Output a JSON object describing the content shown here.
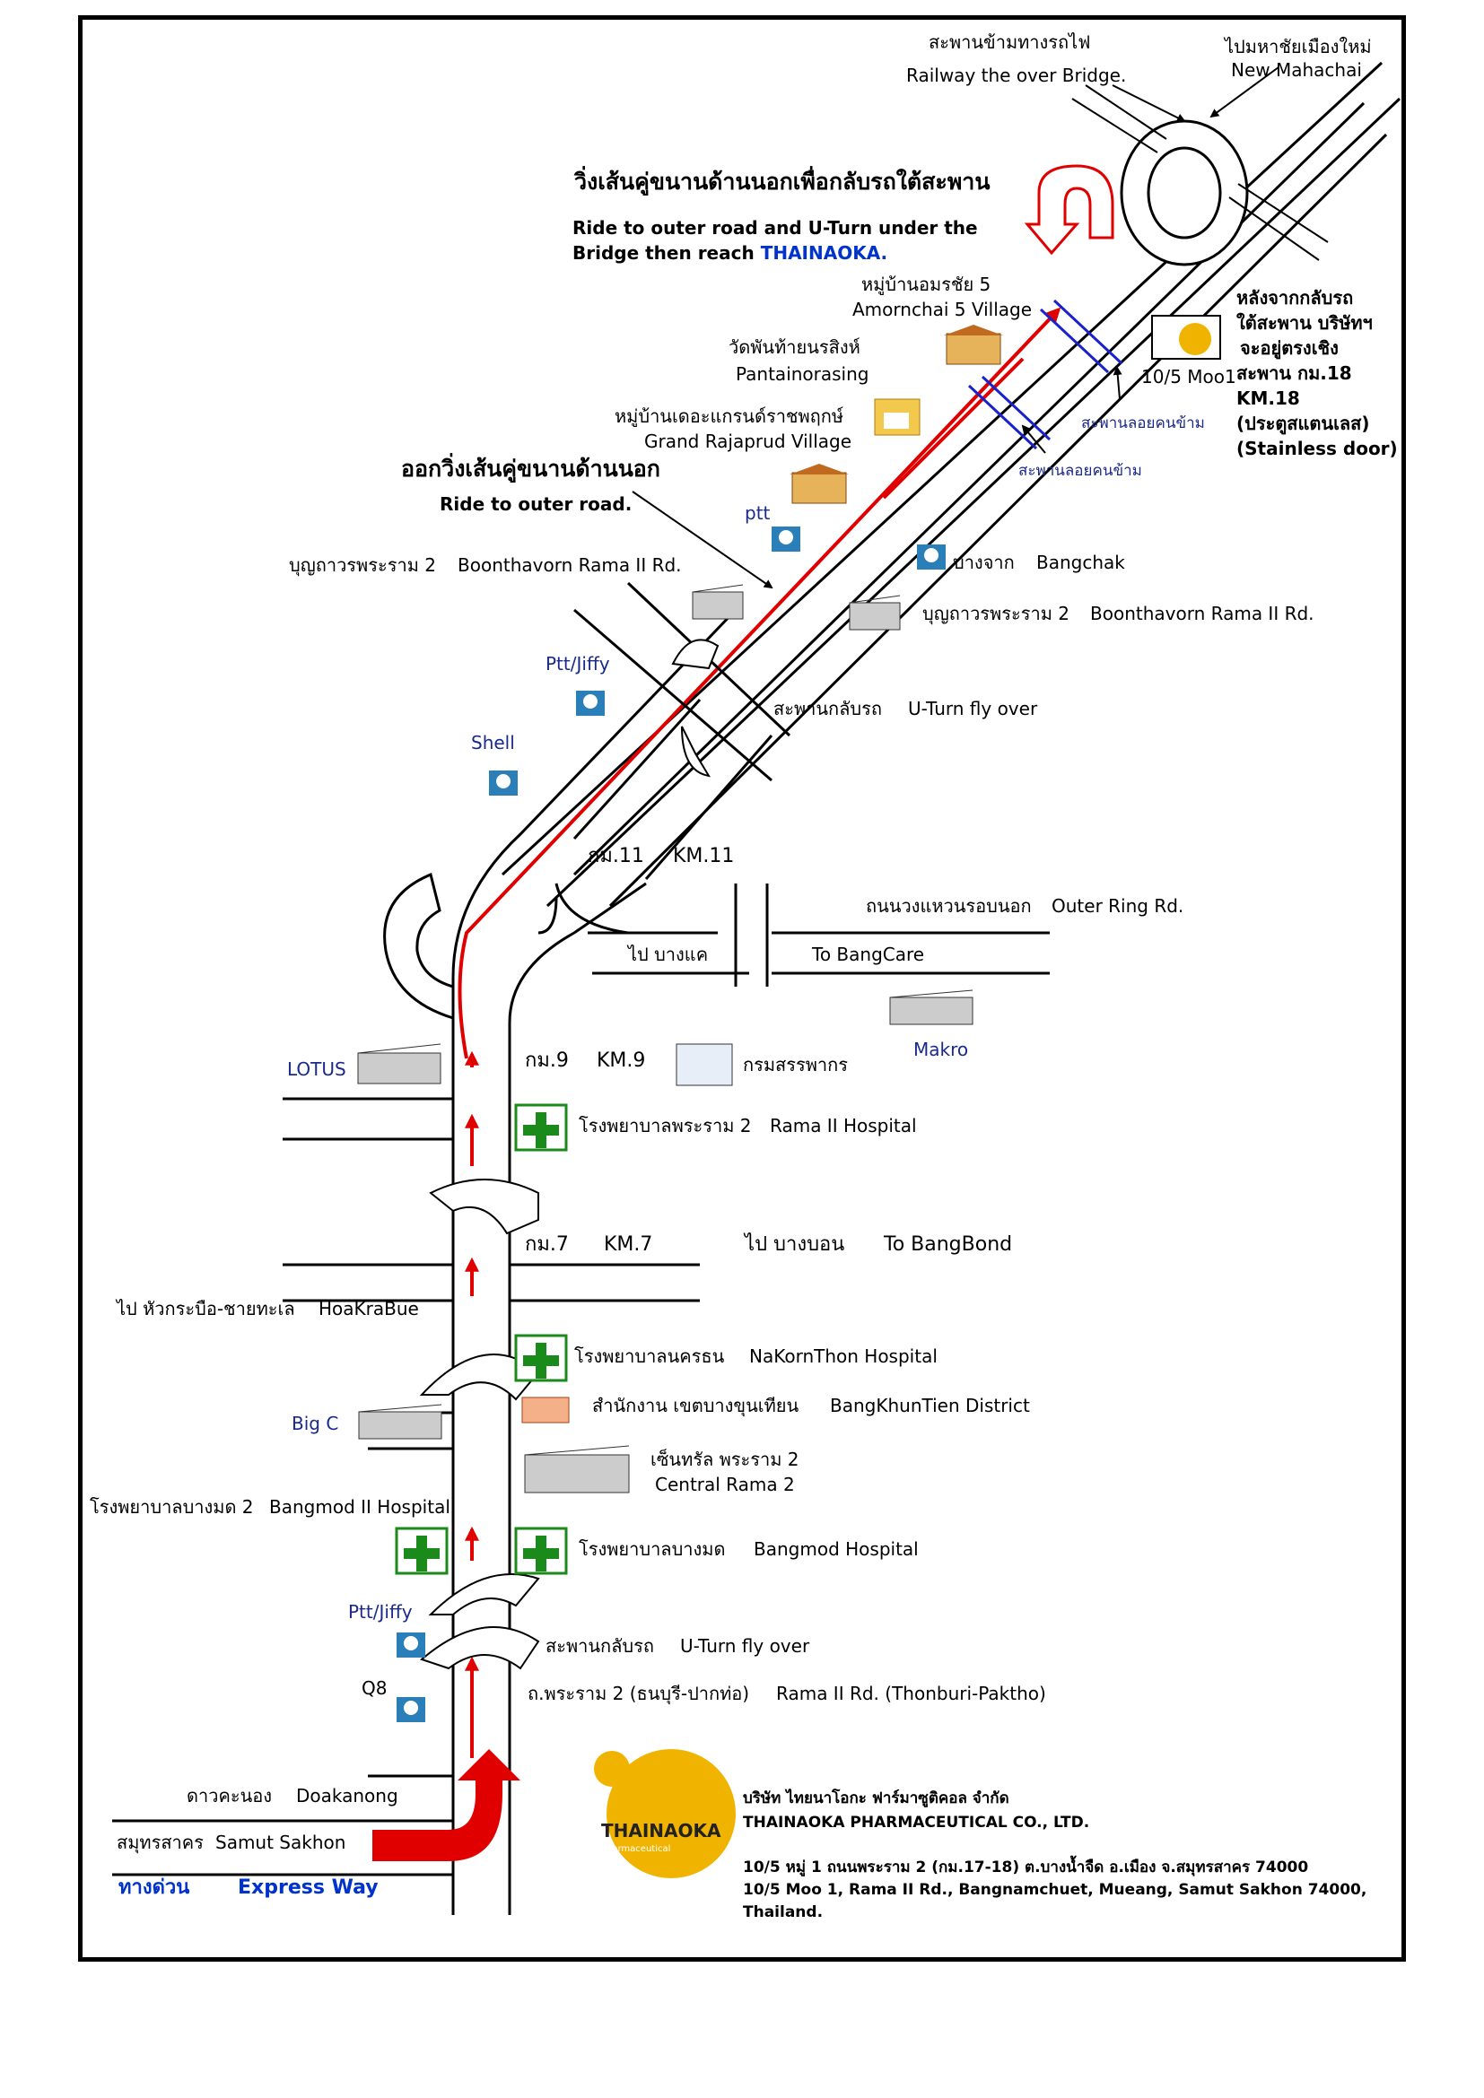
{
  "colors": {
    "road": "#000000",
    "route": "#e00000",
    "footbridge": "#1a22cc",
    "hospital": "#1a8a1a",
    "logo": "#f0b400",
    "blue_text": "#0033cc"
  },
  "labels": {
    "railway_bridge_th": "สะพานข้ามทางรถไฟ",
    "railway_bridge_en": "Railway the over Bridge.",
    "to_mahachai_th": "ไปมหาชัยเมืองใหม่",
    "to_mahachai_en": "New Mahachai",
    "outer_uturn_th": "วิ่งเส้นคู่ขนานด้านนอกเพื่อกลับรถใต้สะพาน",
    "outer_uturn_en1": "Ride to outer road and U-Turn under the",
    "outer_uturn_en2": "Bridge  then reach",
    "outer_uturn_brand": "THAINAOKA.",
    "amornchai_th": "หมู่บ้านอมรชัย 5",
    "amornchai_en": "Amornchai 5  Village",
    "after_uturn_1": "หลังจากกลับรถ",
    "after_uturn_2": "ใต้สะพาน บริษัทฯ",
    "after_uturn_3": "จะอยู่ตรงเชิง",
    "after_uturn_4": "สะพาน  กม.18",
    "km18": "KM.18",
    "stainless_th": "(ประตูสแตนเลส)",
    "stainless_en": "(Stainless door)",
    "moo1": "10/5 Moo1",
    "pantai_th": "วัดพันท้ายนรสิงห์",
    "pantai_en": "Pantainorasing",
    "footbridge_1": "สะพานลอยคนข้าม",
    "footbridge_2": "สะพานลอยคนข้าม",
    "grand_th": "หมู่บ้านเดอะแกรนด์ราชพฤกษ์",
    "grand_en": "Grand Rajaprud Village",
    "outer_road_th": "ออกวิ่งเส้นคู่ขนานด้านนอก",
    "outer_road_en": "Ride to outer road.",
    "ptt": "ptt",
    "boonthavorn1_th": "บุญถาวรพระราม 2",
    "boonthavorn1_en": "Boonthavorn Rama II Rd.",
    "bangchak_th": "บางจาก",
    "bangchak_en": "Bangchak",
    "boonthavorn2_th": "บุญถาวรพระราม 2",
    "boonthavorn2_en": "Boonthavorn Rama II Rd.",
    "ptt_jiffy_1": "Ptt/Jiffy",
    "uturn_flyover1_th": "สะพานกลับรถ",
    "uturn_flyover1_en": "U-Turn fly over",
    "shell": "Shell",
    "km11_th": "กม.11",
    "km11_en": "KM.11",
    "outer_ring_th": "ถนนวงแหวนรอบนอก",
    "outer_ring_en": "Outer Ring Rd.",
    "to_bangkae_th": "ไป บางแค",
    "to_bangcare_en": "To BangCare",
    "makro": "Makro",
    "lotus": "LOTUS",
    "km9_th": "กม.9",
    "km9_en": "KM.9",
    "revenue_dept": "กรมสรรพากร",
    "rama2_hosp_th": "โรงพยาบาลพระราม 2",
    "rama2_hosp_en": "Rama II Hospital",
    "km7_th": "กม.7",
    "km7_en": "KM.7",
    "to_bangbon_th": "ไป บางบอน",
    "to_bangbon_en": "To BangBond",
    "hoakrabue_th": "ไป หัวกระบือ-ชายทะเล",
    "hoakrabue_en": "HoaKraBue",
    "nakornthon_th": "โรงพยาบาลนครธน",
    "nakornthon_en": "NaKornThon Hospital",
    "bangkhuntien_th": "สำนักงาน เขตบางขุนเทียน",
    "bangkhuntien_en": "BangKhunTien District",
    "bigc": "Big C",
    "central_th": "เซ็นทรัล พระราม 2",
    "central_en": "Central  Rama 2",
    "bangmod2_th": "โรงพยาบาลบางมด 2",
    "bangmod2_en": "Bangmod II Hospital",
    "bangmod_th": "โรงพยาบาลบางมด",
    "bangmod_en": "Bangmod Hospital",
    "ptt_jiffy_2": "Ptt/Jiffy",
    "uturn_flyover2_th": "สะพานกลับรถ",
    "uturn_flyover2_en": "U-Turn fly over",
    "q8": "Q8",
    "rama2_rd_th": "ถ.พระราม 2 (ธนบุรี-ปากท่อ)",
    "rama2_rd_en": "Rama II Rd. (Thonburi-Paktho)",
    "daokanong_th": "ดาวคะนอง",
    "daokanong_en": "Doakanong",
    "samut_th": "สมุทรสาคร",
    "samut_en": "Samut  Sakhon",
    "expressway_th": "ทางด่วน",
    "expressway_en": "Express Way"
  },
  "company": {
    "logo_text": "THAINAOKA",
    "logo_sub": "Pharmaceutical",
    "name_th": "บริษัท ไทยนาโอกะ ฟาร์มาซูติคอล จำกัด",
    "name_en": "THAINAOKA  PHARMACEUTICAL CO., LTD.",
    "address_th": "10/5  หมู่ 1  ถนนพระราม 2 (กม.17-18)  ต.บางน้ำจืด  อ.เมือง  จ.สมุทรสาคร  74000",
    "address_en_1": "10/5  Moo 1, Rama II Rd., Bangnamchuet, Mueang, Samut Sakhon 74000,",
    "address_en_2": "Thailand."
  }
}
